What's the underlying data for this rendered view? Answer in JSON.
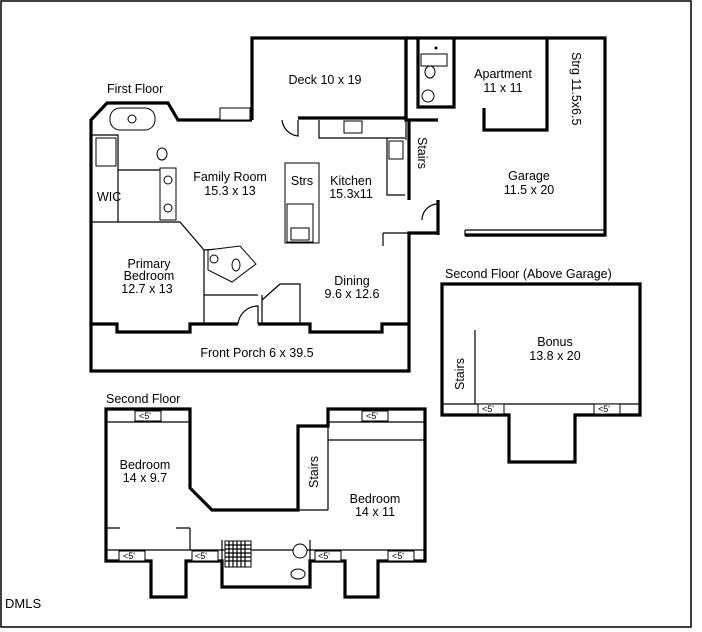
{
  "floors": {
    "first": "First Floor",
    "second": "Second Floor",
    "second_above_garage": "Second Floor (Above Garage)"
  },
  "rooms": {
    "deck": "Deck 10 x 19",
    "apartment_name": "Apartment",
    "apartment_dim": "11 x 11",
    "storage": "Strg 11.5x6.5",
    "stairs_main": "Stairs",
    "garage_name": "Garage",
    "garage_dim": "11.5 x 20",
    "wic": "WIC",
    "family_name": "Family Room",
    "family_dim": "15.3 x 13",
    "strs": "Strs",
    "kitchen_name": "Kitchen",
    "kitchen_dim": "15.3x11",
    "primary_line1": "Primary",
    "primary_line2": "Bedroom",
    "primary_dim": "12.7 x 13",
    "dining_name": "Dining",
    "dining_dim": "9.6 x 12.6",
    "porch": "Front Porch 6 x 39.5",
    "bonus_name": "Bonus",
    "bonus_dim": "13.8 x 20",
    "stairs_bonus": "Stairs",
    "bed1_name": "Bedroom",
    "bed1_dim": "14 x 9.7",
    "stairs_second": "Stairs",
    "bed2_name": "Bedroom",
    "bed2_dim": "14 x 11"
  },
  "height_marks": {
    "under5": "<5'"
  },
  "watermark": "DMLS"
}
